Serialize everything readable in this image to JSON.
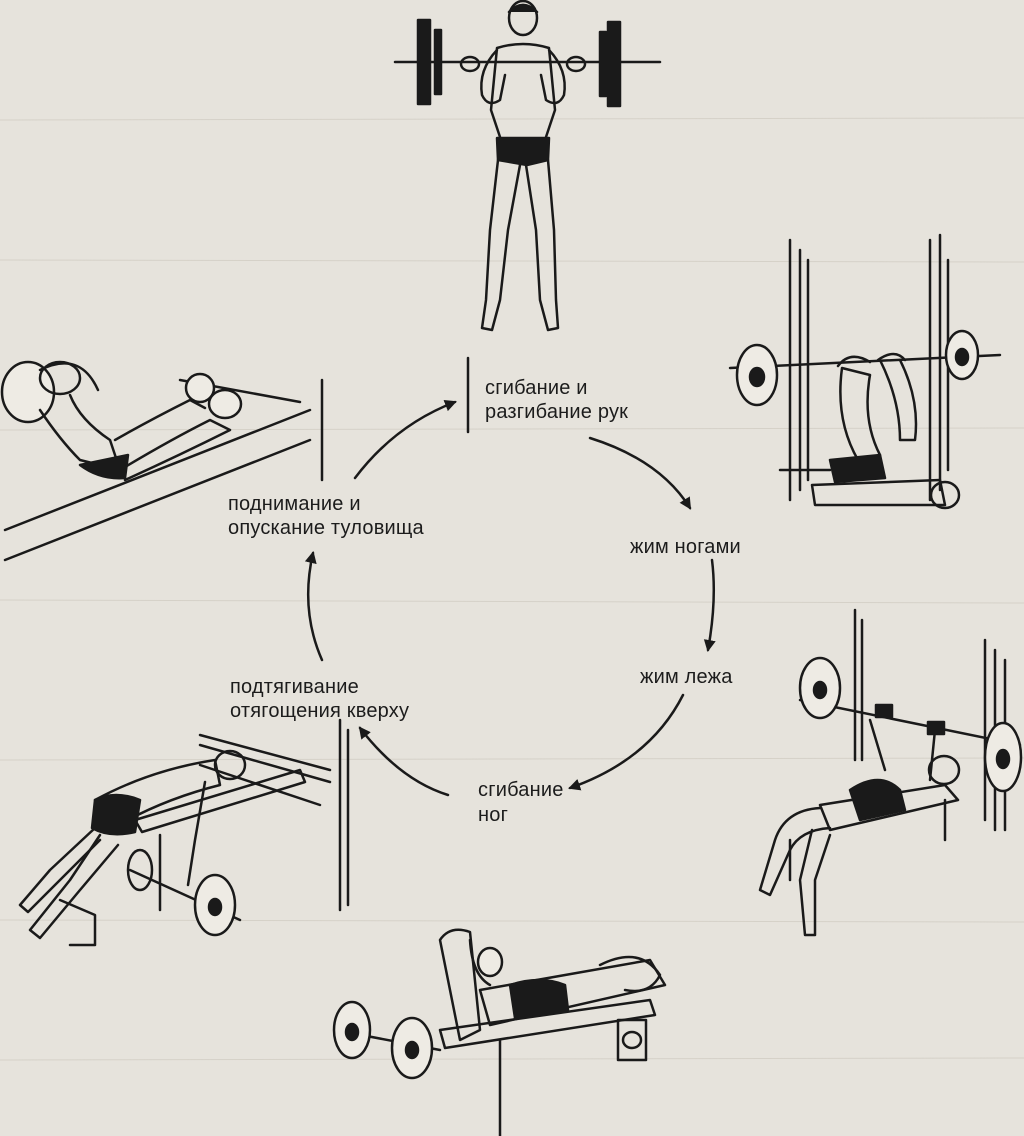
{
  "diagram": {
    "stations": [
      {
        "id": "arms",
        "lines": [
          "сгибание и",
          "разгибание рук"
        ]
      },
      {
        "id": "legpress",
        "lines": [
          "жим ногами"
        ]
      },
      {
        "id": "bench",
        "lines": [
          "жим лежа"
        ]
      },
      {
        "id": "curl",
        "lines": [
          "сгибание",
          "ног"
        ]
      },
      {
        "id": "row",
        "lines": [
          "подтягивание",
          "отягощения кверху"
        ]
      },
      {
        "id": "situp",
        "lines": [
          "поднимание и",
          "опускание туловища"
        ]
      }
    ],
    "arrow_color": "#1a1a1a",
    "paper_color": "#e6e3dc"
  }
}
